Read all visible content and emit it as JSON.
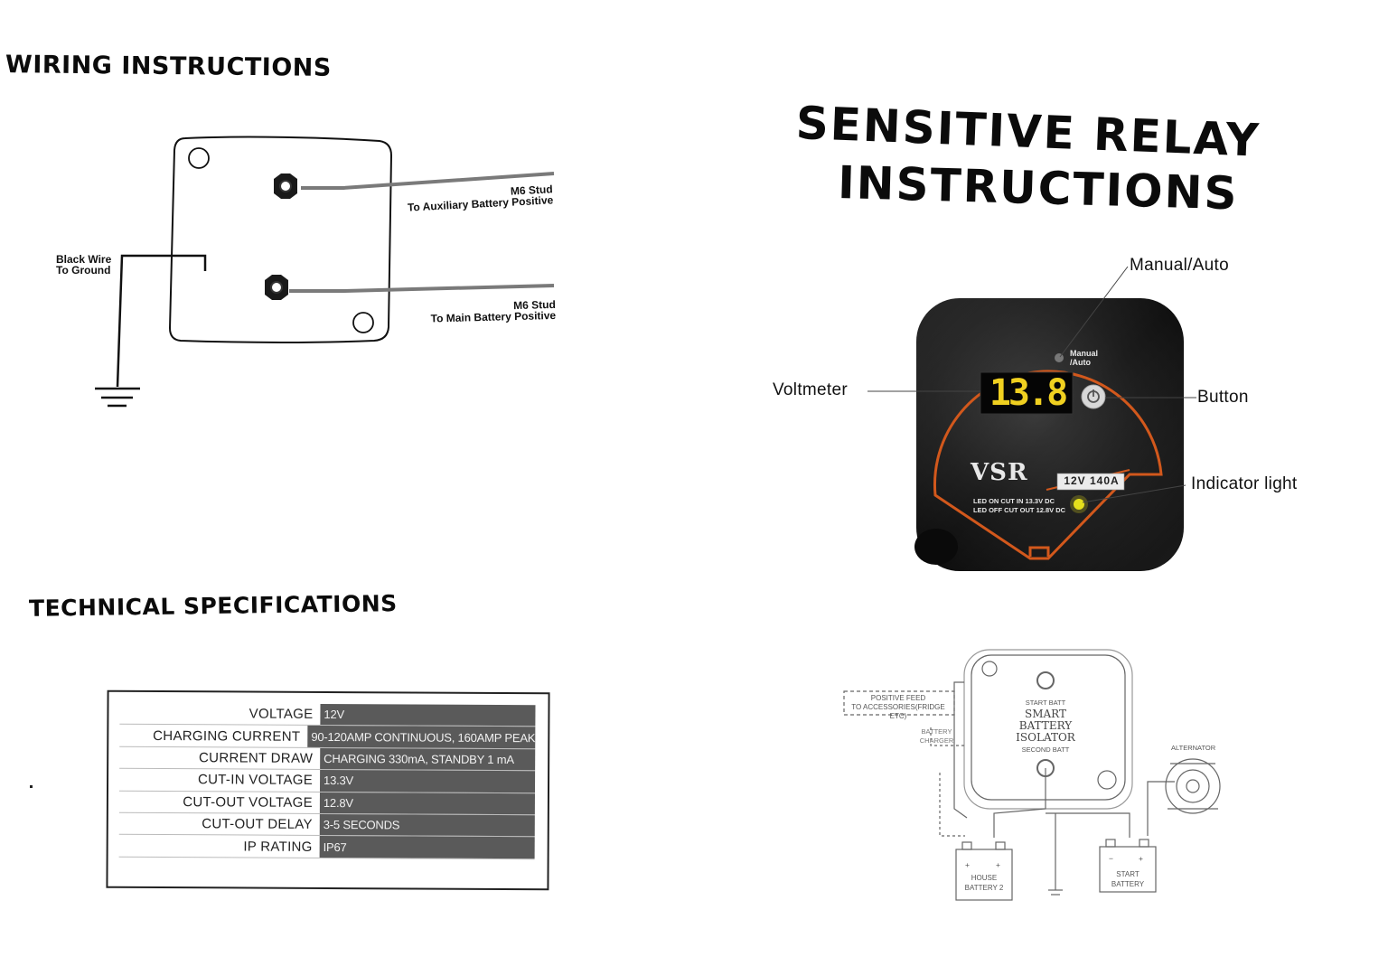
{
  "wiring": {
    "title": "WIRING INSTRUCTIONS",
    "aux_stud_title": "M6 Stud",
    "aux_stud_desc": "To Auxiliary Battery Positive",
    "main_stud_title": "M6 Stud",
    "main_stud_desc": "To Main Battery Positive",
    "ground_line1": "Black Wire",
    "ground_line2": "To Ground"
  },
  "product": {
    "title_line1": "SENSITIVE RELAY",
    "title_line2": "INSTRUCTIONS",
    "callouts": {
      "manual_auto": "Manual/Auto",
      "voltmeter": "Voltmeter",
      "button": "Button",
      "indicator": "Indicator light"
    },
    "device": {
      "brand": "VSR",
      "rating": "12V 140A",
      "panel_label": "Manual\n/Auto",
      "display_value": "13.8",
      "led_on": "LED ON CUT IN 13.3V DC",
      "led_off": "LED OFF CUT OUT 12.8V DC"
    },
    "colors": {
      "ring": "#d2581c",
      "body": "#1a1a1a",
      "display": "#f0d020",
      "led": "#e6e01c"
    }
  },
  "specs": {
    "title": "TECHNICAL SPECIFICATIONS",
    "rows": [
      {
        "key": "VOLTAGE",
        "value": "12V"
      },
      {
        "key": "CHARGING CURRENT",
        "value": "90-120AMP CONTINUOUS, 160AMP PEAK"
      },
      {
        "key": "CURRENT DRAW",
        "value": "CHARGING 330mA, STANDBY 1 mA"
      },
      {
        "key": "CUT-IN VOLTAGE",
        "value": "13.3V"
      },
      {
        "key": "CUT-OUT VOLTAGE",
        "value": "12.8V"
      },
      {
        "key": "CUT-OUT DELAY",
        "value": "3-5 SECONDS"
      },
      {
        "key": "IP RATING",
        "value": "IP67"
      }
    ]
  },
  "schematic": {
    "positive_feed": "POSITIVE FEED",
    "accessories": "TO ACCESSORIES(FRIDGE ETC)",
    "battery_charger_1": "BATTERY",
    "battery_charger_2": "CHARGER",
    "start_batt": "START BATT",
    "isolator_1": "SMART",
    "isolator_2": "BATTERY ISOLATOR",
    "second_batt": "SECOND BATT",
    "alternator": "ALTERNATOR",
    "house_battery_1": "HOUSE",
    "house_battery_2": "BATTERY 2",
    "start_battery_1": "START",
    "start_battery_2": "BATTERY"
  }
}
